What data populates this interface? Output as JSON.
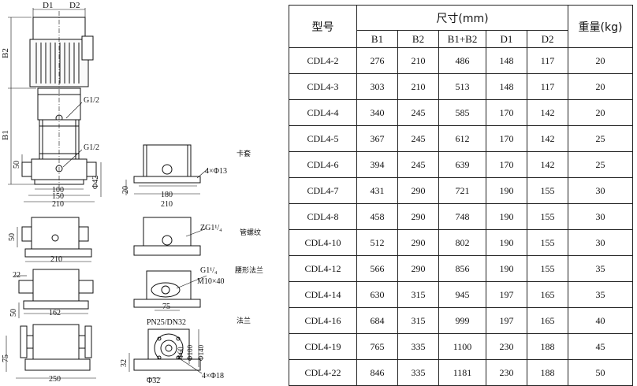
{
  "drawing": {
    "labels": {
      "d1": "D1",
      "d2": "D2",
      "b2": "B2",
      "b1": "B1",
      "g_half_1": "G1/2",
      "g_half_2": "G1/2",
      "dim_50_a": "50",
      "dim_100": "100",
      "dim_150": "150",
      "dim_210_a": "210",
      "dim_phi42": "Φ42",
      "card_sleeve": "卡套",
      "holes_4x13": "4×Φ13",
      "dim_20": "20",
      "dim_180": "180",
      "dim_210_b": "210",
      "dim_50_b": "50",
      "dim_210_c": "210",
      "pipe_thread": "管螺纹",
      "zg": "ZG1¹/₄",
      "waist_flange": "腰形法兰",
      "g114": "G1¹/₄",
      "m10x40": "M10×40",
      "dim_22": "22",
      "dim_50_c": "50",
      "dim_162": "162",
      "dim_75_a": "75",
      "flange": "法兰",
      "pn": "PN25/DN32",
      "phi60": "Φ60",
      "phi100": "Φ100",
      "phi140": "Φ140",
      "dim_75_b": "75",
      "dim_250": "250",
      "dim_32": "32",
      "phi32": "Φ32",
      "holes_4x18": "4×Φ18"
    }
  },
  "table": {
    "header": {
      "model": "型号",
      "size": "尺寸(mm)",
      "weight": "重量(kg)",
      "cols": [
        "B1",
        "B2",
        "B1+B2",
        "D1",
        "D2"
      ]
    },
    "rows": [
      [
        "CDL4-2",
        "276",
        "210",
        "486",
        "148",
        "117",
        "20"
      ],
      [
        "CDL4-3",
        "303",
        "210",
        "513",
        "148",
        "117",
        "20"
      ],
      [
        "CDL4-4",
        "340",
        "245",
        "585",
        "170",
        "142",
        "20"
      ],
      [
        "CDL4-5",
        "367",
        "245",
        "612",
        "170",
        "142",
        "25"
      ],
      [
        "CDL4-6",
        "394",
        "245",
        "639",
        "170",
        "142",
        "25"
      ],
      [
        "CDL4-7",
        "431",
        "290",
        "721",
        "190",
        "155",
        "30"
      ],
      [
        "CDL4-8",
        "458",
        "290",
        "748",
        "190",
        "155",
        "30"
      ],
      [
        "CDL4-10",
        "512",
        "290",
        "802",
        "190",
        "155",
        "30"
      ],
      [
        "CDL4-12",
        "566",
        "290",
        "856",
        "190",
        "155",
        "35"
      ],
      [
        "CDL4-14",
        "630",
        "315",
        "945",
        "197",
        "165",
        "35"
      ],
      [
        "CDL4-16",
        "684",
        "315",
        "999",
        "197",
        "165",
        "40"
      ],
      [
        "CDL4-19",
        "765",
        "335",
        "1100",
        "230",
        "188",
        "45"
      ],
      [
        "CDL4-22",
        "846",
        "335",
        "1181",
        "230",
        "188",
        "50"
      ]
    ]
  }
}
